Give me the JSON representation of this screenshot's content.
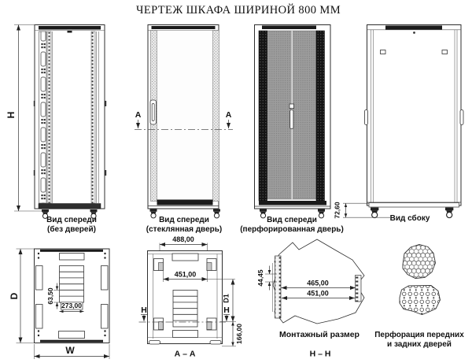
{
  "title": "ЧЕРТЕЖ ШКАФА ШИРИНОЙ 800 ММ",
  "colors": {
    "line": "#2f2f2f",
    "dark_panel": "#1a1a1a",
    "door_mesh": "#9c9c9c"
  },
  "views": {
    "front_no_doors": {
      "caption1": "Вид спереди",
      "caption2": "(без дверей)",
      "dim_height": "H"
    },
    "front_glass": {
      "caption1": "Вид спереди",
      "caption2": "(стеклянная дверь)",
      "marker_left": "А",
      "marker_right": "А"
    },
    "front_perforated": {
      "caption1": "Вид спереди",
      "caption2": "(перфорированная дверь)"
    },
    "side": {
      "caption": "Вид сбоку",
      "dim_caster": "72,60"
    },
    "top_view": {
      "dim_depth": "D",
      "dim_width": "W",
      "dim_slot_h": "63,50",
      "dim_slot_w": "273,00"
    },
    "section_aa": {
      "caption": "А – А",
      "dim_outer": "488,00",
      "dim_inner": "451,00",
      "dim_d1": "D1",
      "dim_base": "166,00",
      "marker_left": "H",
      "marker_right": "H"
    },
    "mounting": {
      "caption": "Монтажный размер",
      "label": "Н – Н",
      "dim_pitch": "44,45",
      "dim_outer": "465,00",
      "dim_inner": "451,00"
    },
    "perforation": {
      "caption1": "Перфорация передних",
      "caption2": "и задних дверей"
    }
  }
}
